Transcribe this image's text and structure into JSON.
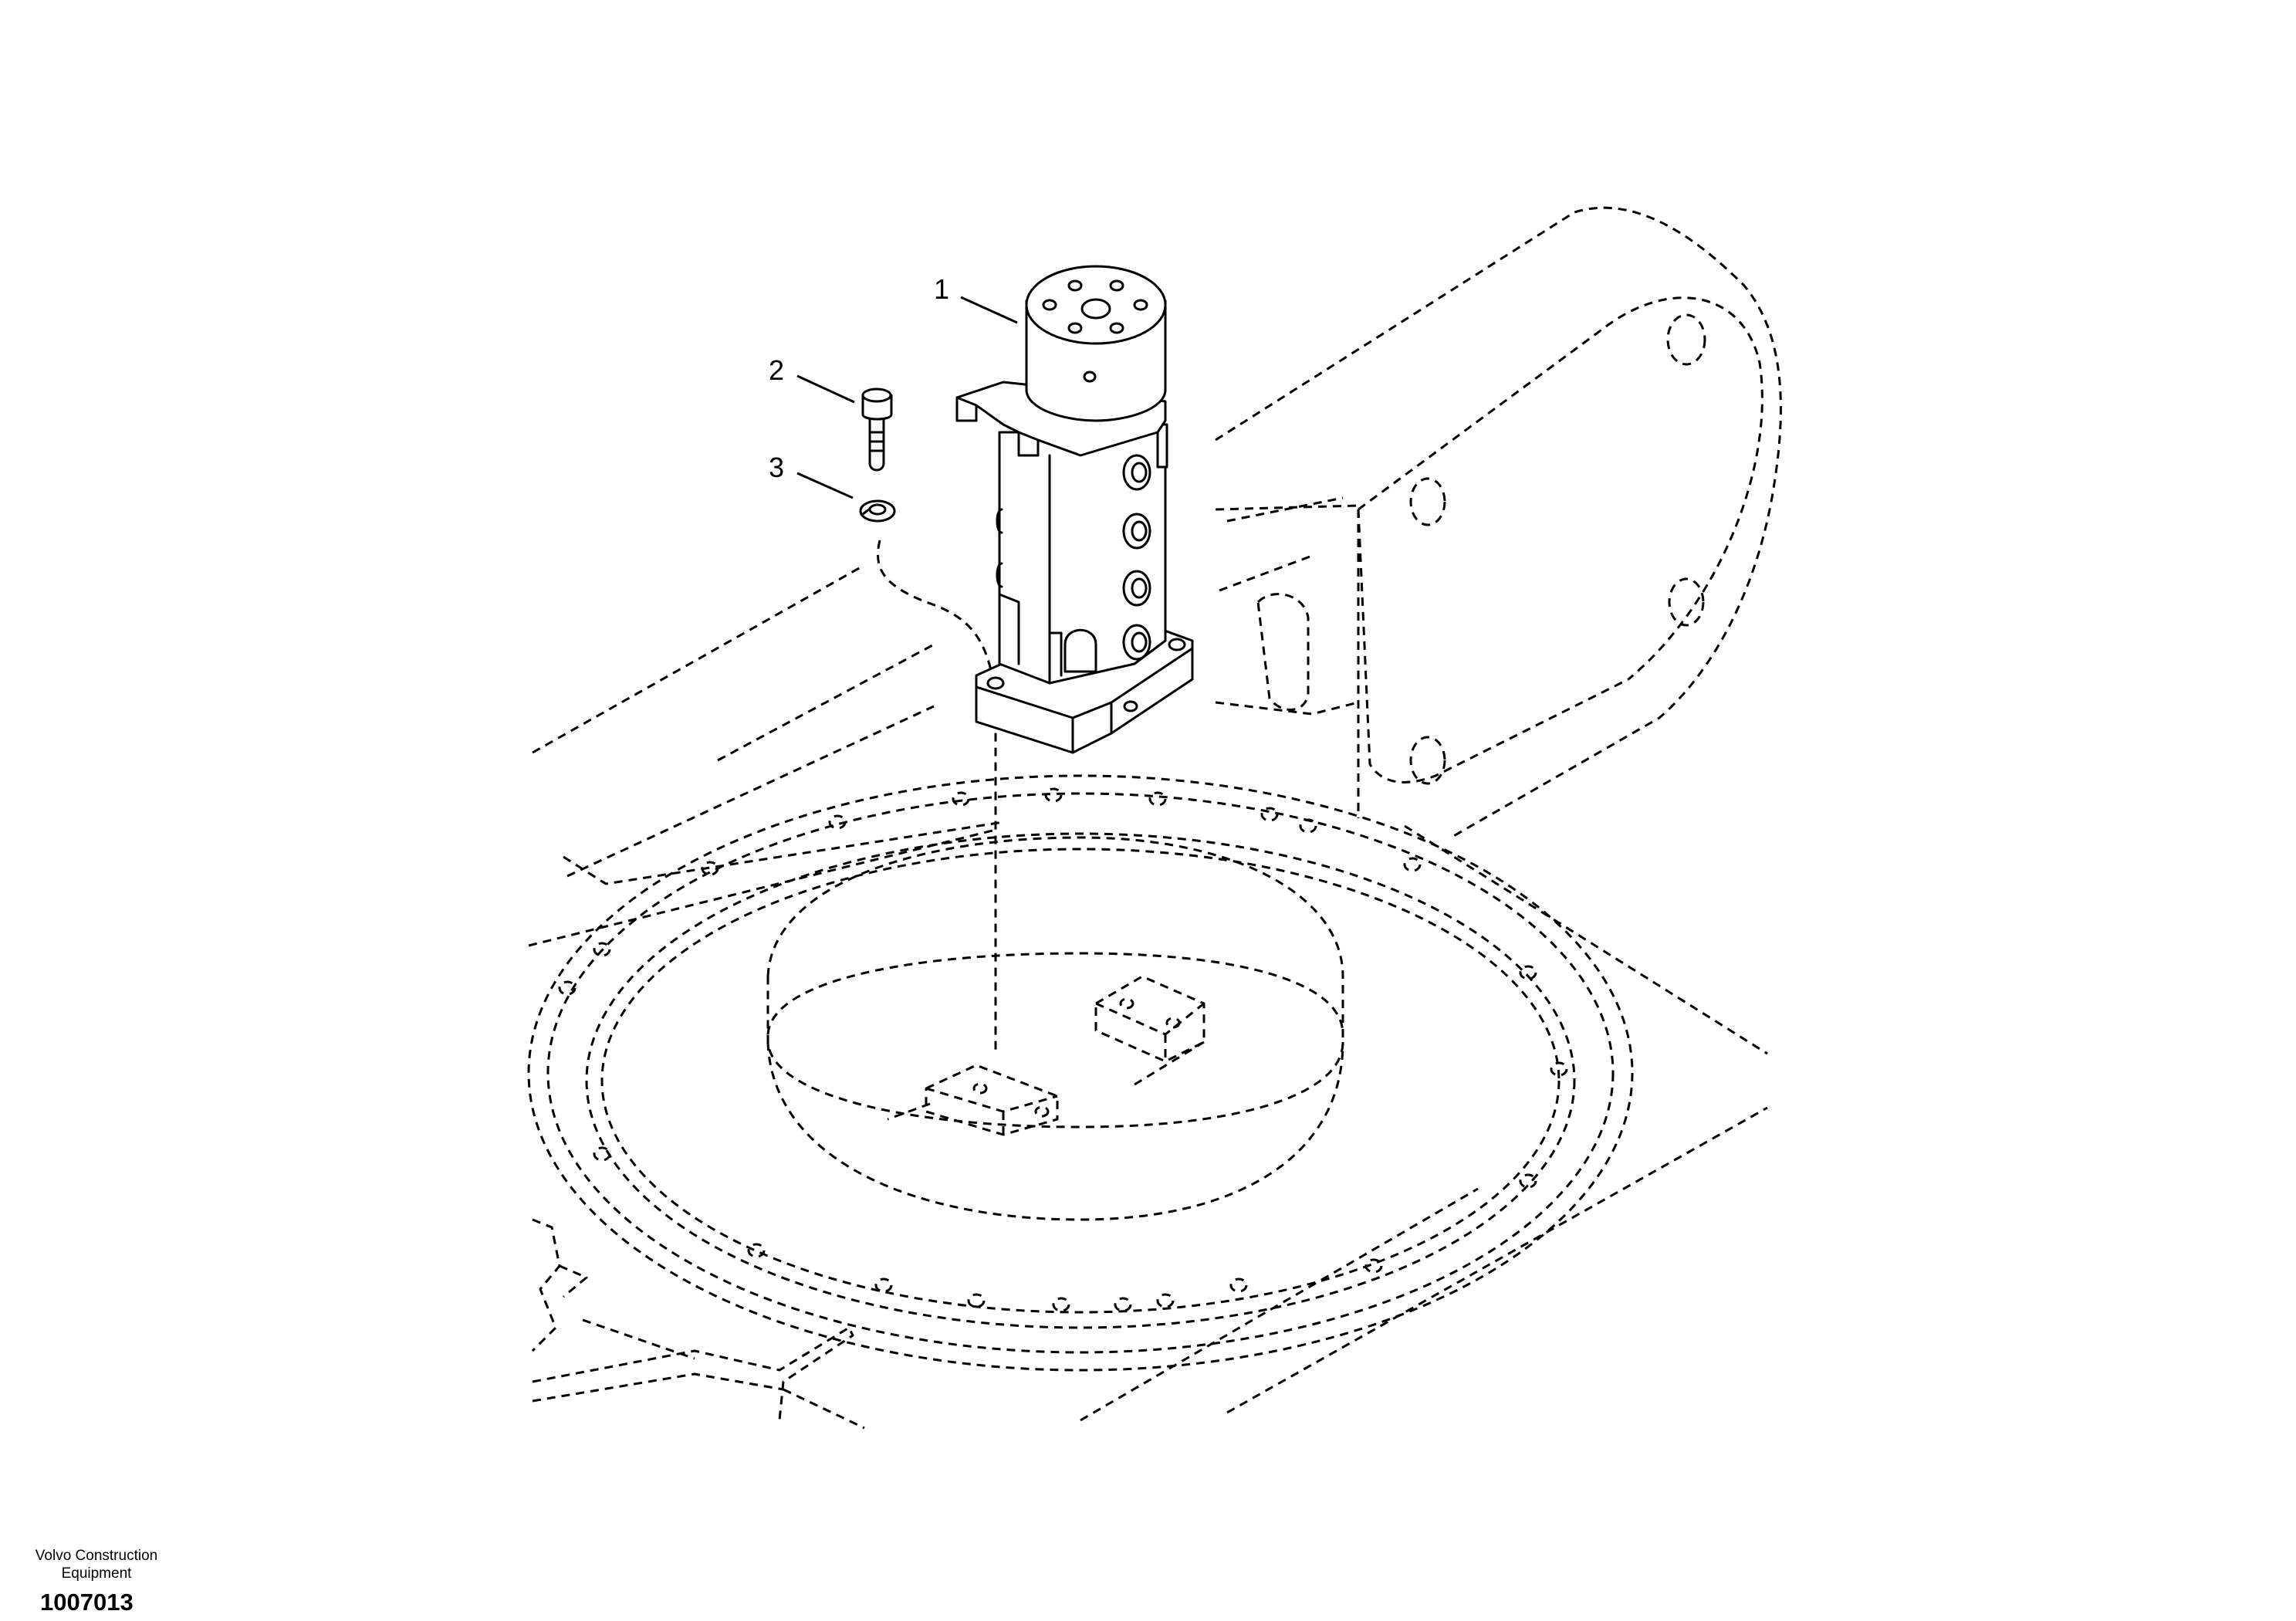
{
  "callouts": [
    {
      "label": "1",
      "part": "swivel joint"
    },
    {
      "label": "2",
      "part": "bolt"
    },
    {
      "label": "3",
      "part": "washer"
    }
  ],
  "credit": {
    "line1": "Volvo Construction",
    "line2": "Equipment"
  },
  "drawing_number": "1007013"
}
